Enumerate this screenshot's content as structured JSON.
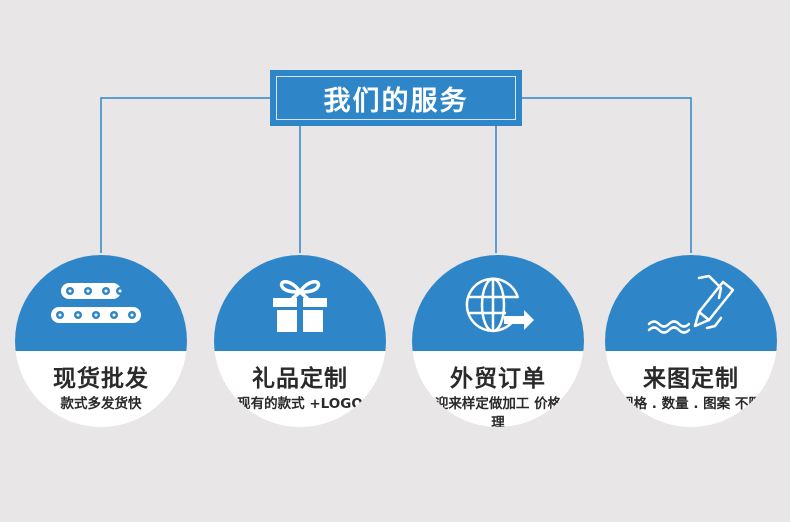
{
  "title": "我们的服务",
  "services": [
    {
      "name": "现货批发",
      "desc": "款式多发货快",
      "icon": "rolls-icon"
    },
    {
      "name": "礼品定制",
      "desc": "现有的款式 +LOGO",
      "icon": "gift-icon"
    },
    {
      "name": "外贸订单",
      "desc": "欢迎来样定做加工 价格合理",
      "icon": "globe-arrow-icon"
    },
    {
      "name": "来图定制",
      "desc": "规格 . 数量 . 图案 不限",
      "icon": "pencil-drawing-icon"
    }
  ],
  "colors": {
    "accent": "#2e86c9",
    "background": "#e8e6e7",
    "text": "#2a2a2a"
  }
}
